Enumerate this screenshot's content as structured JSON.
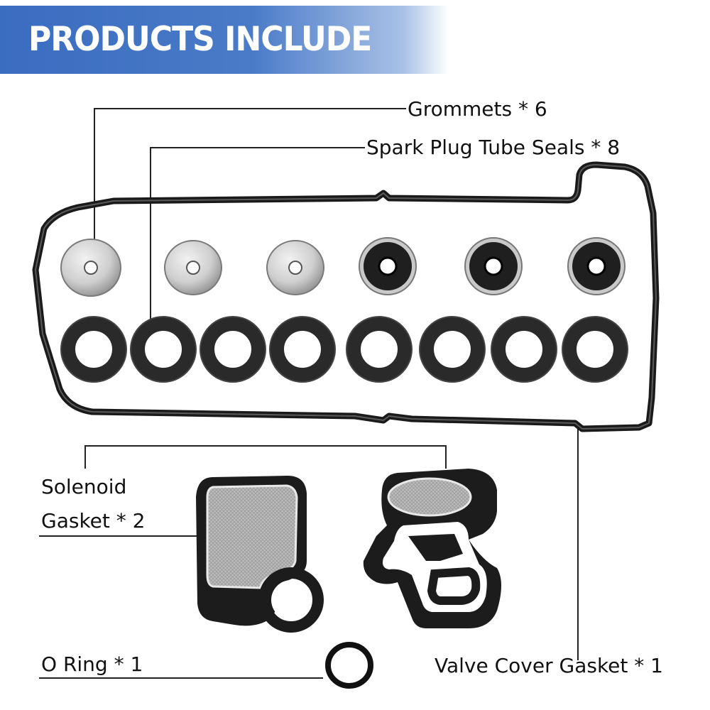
{
  "header": {
    "title": "PRODUCTS INCLUDE"
  },
  "callouts": {
    "grommets": "Grommets * 6",
    "spark_plug_tube_seals": "Spark Plug Tube Seals * 8",
    "solenoid_gasket_line1": "Solenoid",
    "solenoid_gasket_line2": "Gasket * 2",
    "o_ring": "O Ring * 1",
    "valve_cover_gasket": "Valve Cover Gasket * 1"
  },
  "colors": {
    "banner_blue": "#3c6fc0",
    "banner_fade": "#ffffff",
    "rubber_black": "#1a1a1a",
    "metal_silver": "#c8c8c8",
    "line": "#222222"
  }
}
